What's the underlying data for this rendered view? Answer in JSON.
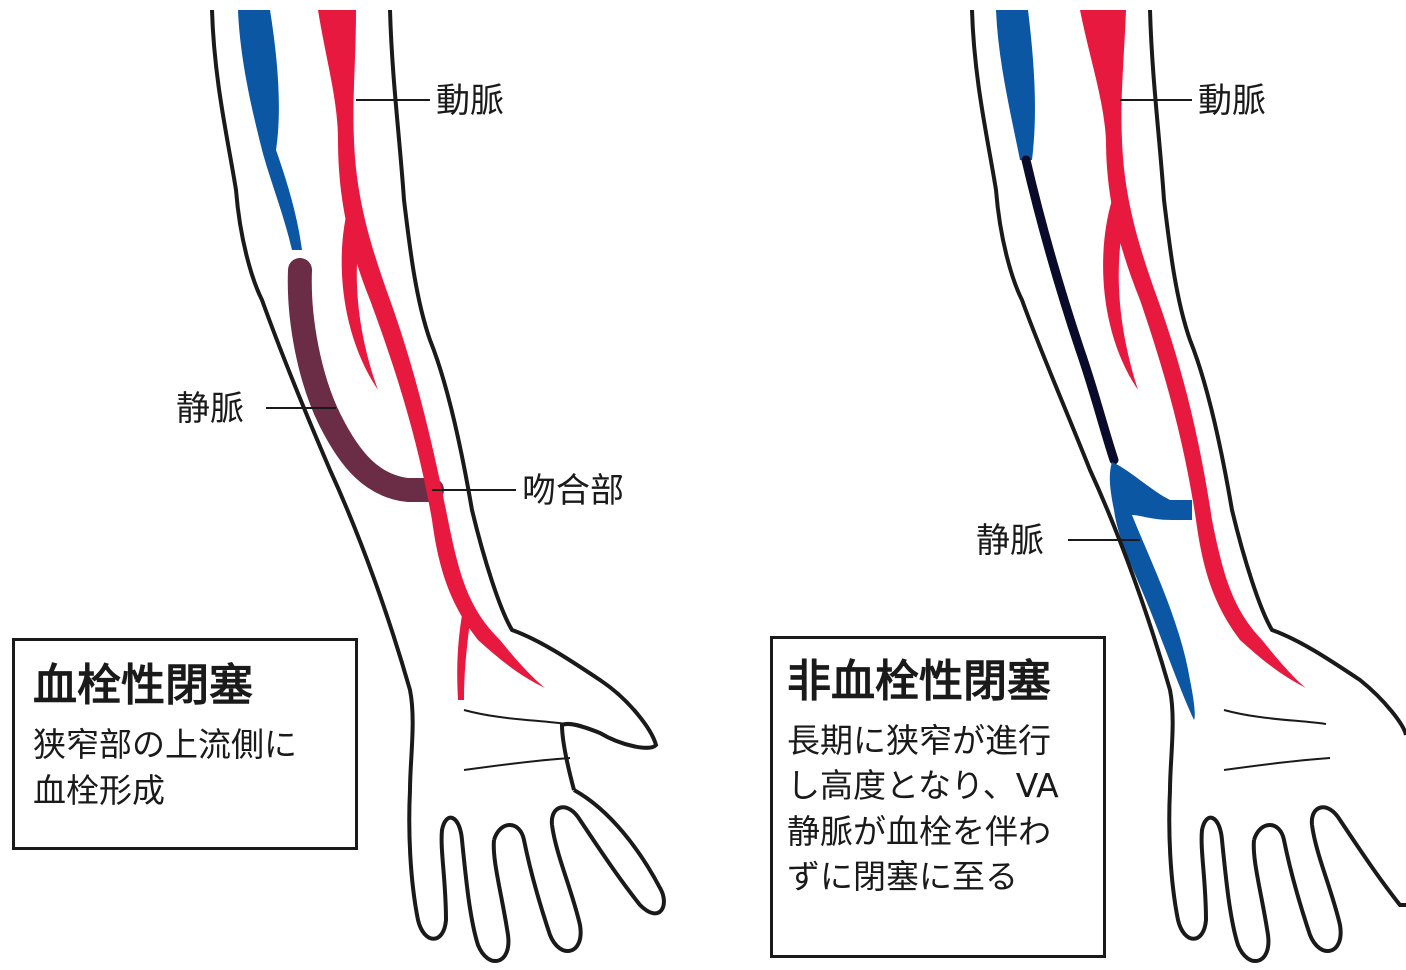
{
  "left_panel": {
    "labels": {
      "artery": "動脈",
      "vein": "静脈",
      "anastomosis": "吻合部"
    },
    "box": {
      "title": "血栓性閉塞",
      "lines": [
        "狭窄部の上流側に",
        "血栓形成"
      ]
    }
  },
  "right_panel": {
    "labels": {
      "artery": "動脈",
      "vein": "静脈"
    },
    "box": {
      "title": "非血栓性閉塞",
      "lines": [
        "長期に狭窄が進行",
        "し高度となり、VA",
        "静脈が血栓を伴わ",
        "ずに閉塞に至る"
      ]
    }
  },
  "colors": {
    "artery": "#e8193f",
    "vein": "#0b57a4",
    "thrombus": "#6b2d45",
    "occluded": "#0a0a2a",
    "outline": "#1a1a1a"
  }
}
